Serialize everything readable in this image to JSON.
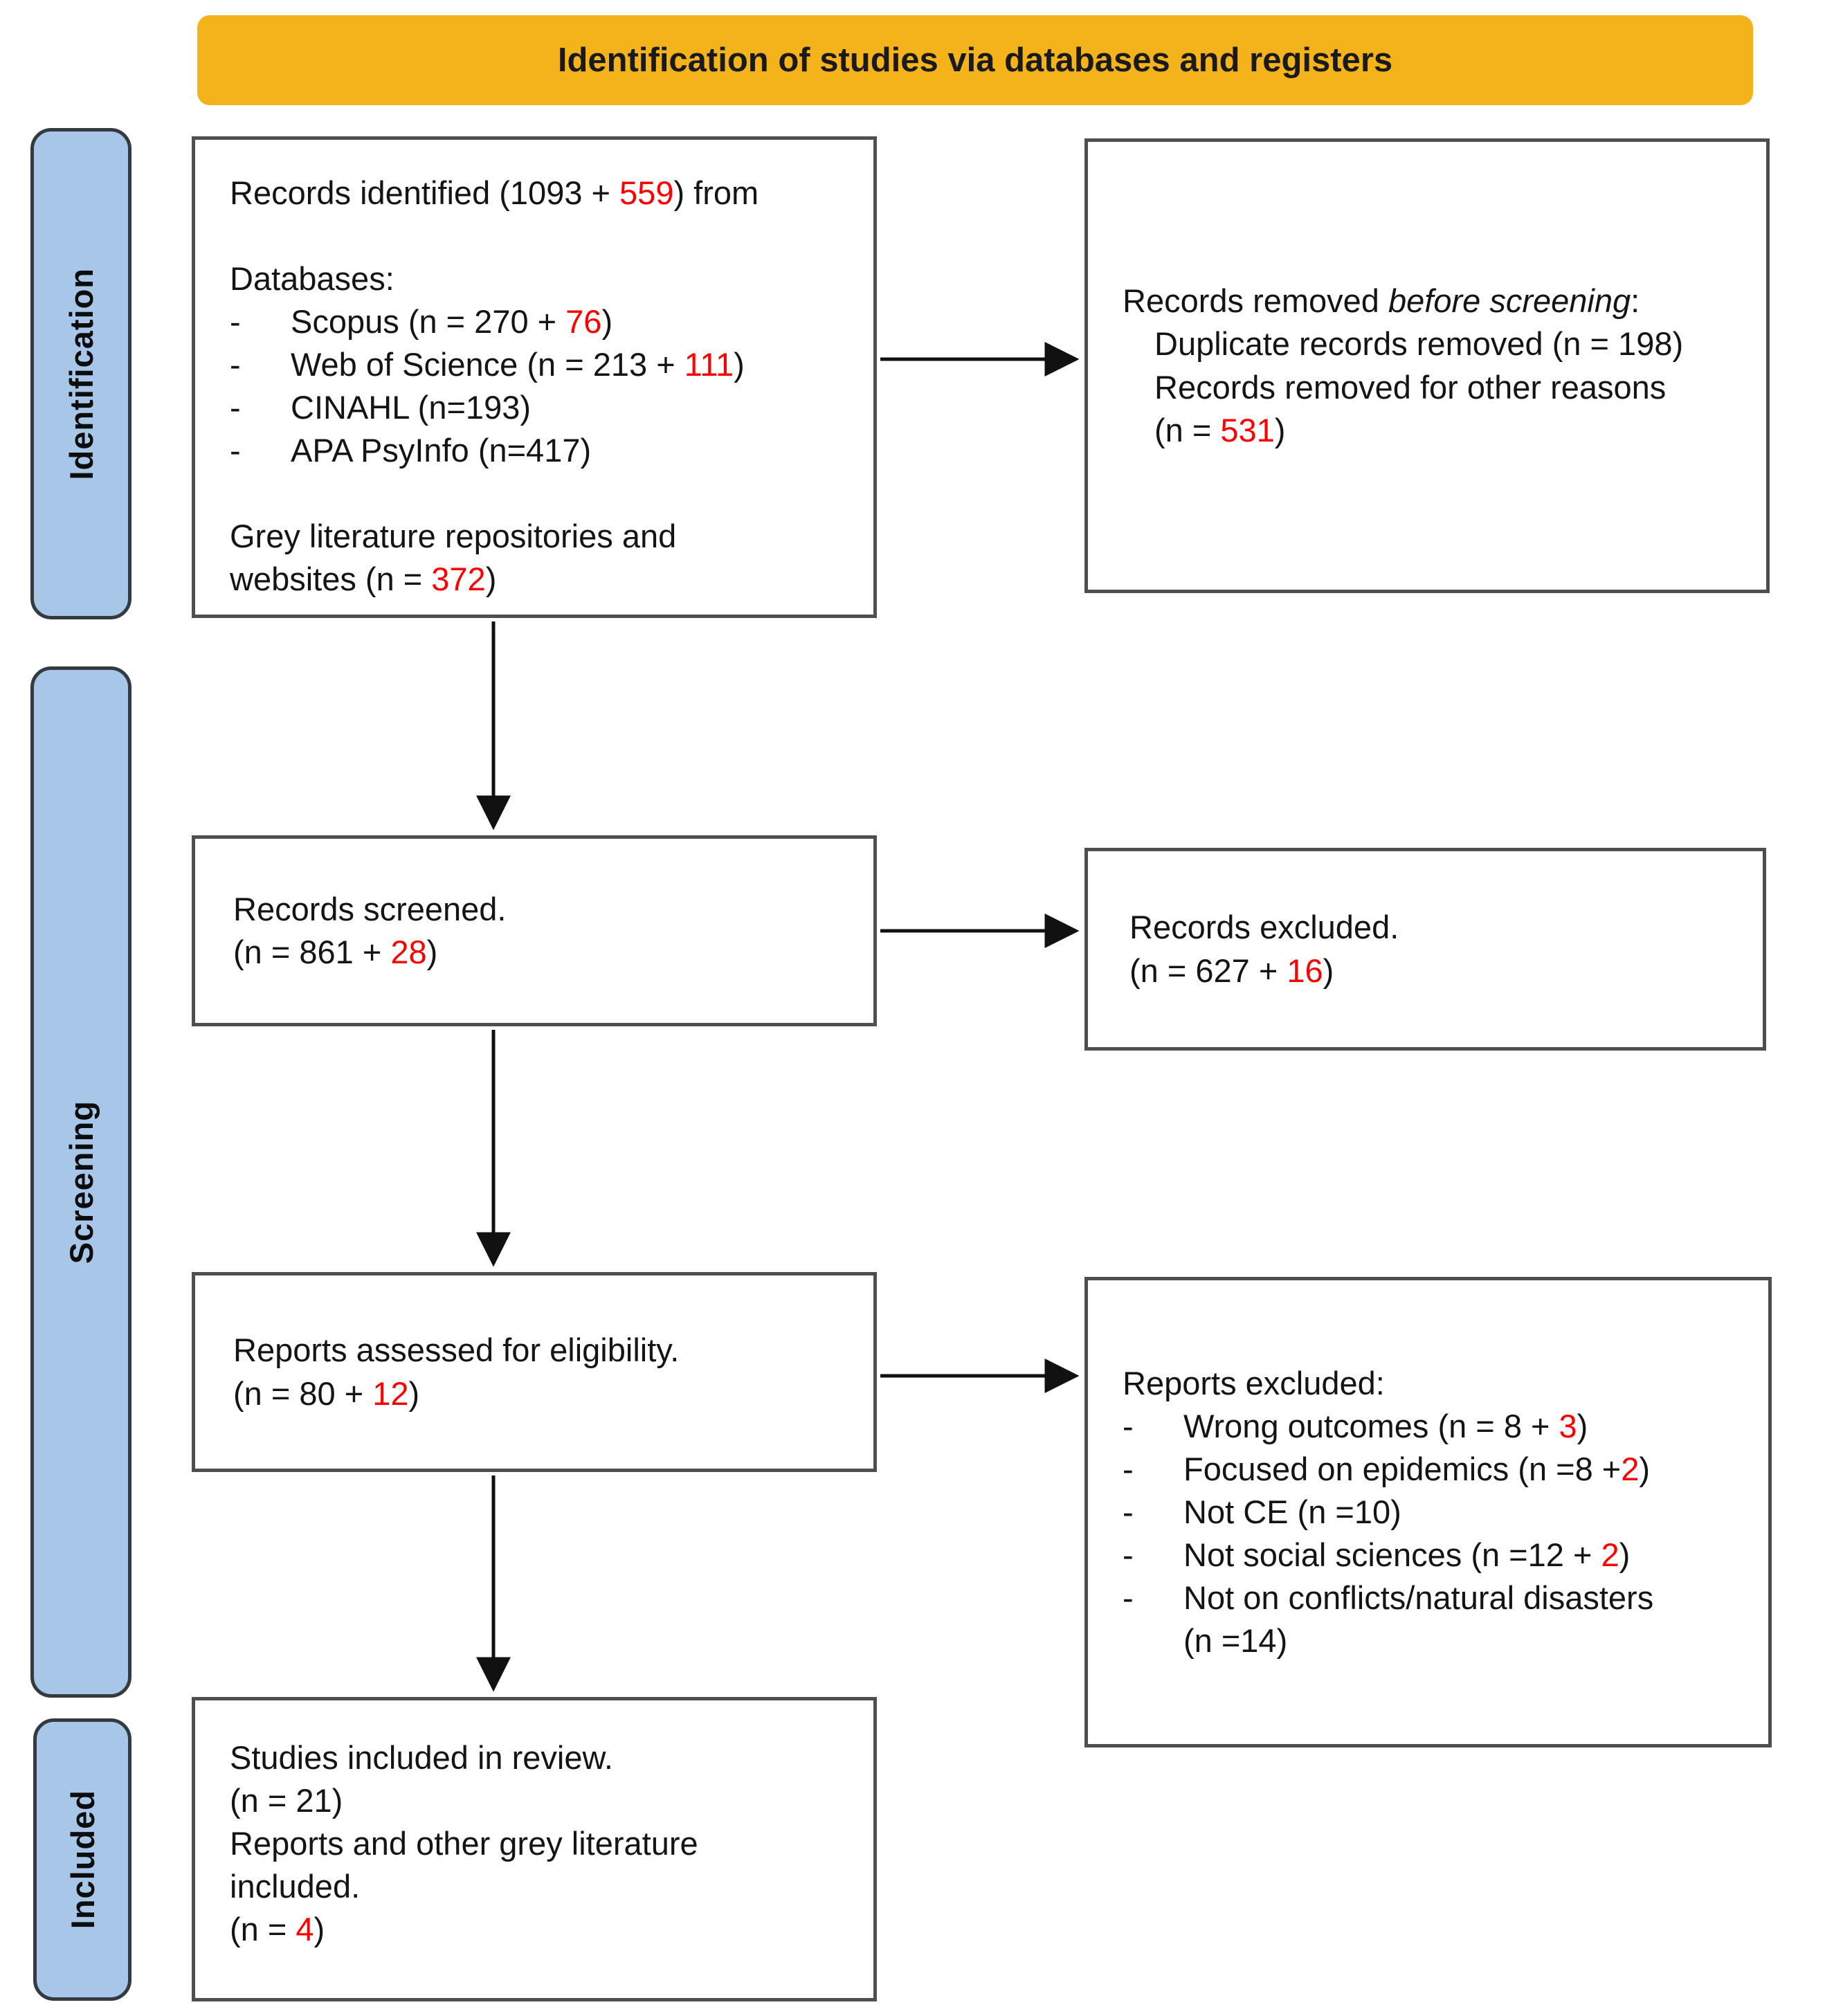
{
  "banner": {
    "title": "Identification of studies via databases and registers"
  },
  "stages": [
    {
      "label": "Identification"
    },
    {
      "label": "Screening"
    },
    {
      "label": "Included"
    }
  ],
  "colors": {
    "red": "#ff0000",
    "banner_bg": "#f5b31b",
    "stage_bg": "#a8c7e8",
    "box_border": "#4e4e4e"
  },
  "boxes": {
    "records_identified": {
      "lines": [
        {
          "seg": [
            {
              "t": "Records identified (1093 + "
            },
            {
              "t": "559",
              "red": true
            },
            {
              "t": ") from"
            }
          ]
        },
        {
          "seg": []
        },
        {
          "seg": [
            {
              "t": "Databases:"
            }
          ]
        },
        {
          "b": true,
          "seg": [
            {
              "t": "Scopus (n = 270 + "
            },
            {
              "t": "76",
              "red": true
            },
            {
              "t": ")"
            }
          ]
        },
        {
          "b": true,
          "seg": [
            {
              "t": "Web of Science (n = 213 + "
            },
            {
              "t": "111",
              "red": true
            },
            {
              "t": ")"
            }
          ]
        },
        {
          "b": true,
          "seg": [
            {
              "t": "CINAHL (n=193)"
            }
          ]
        },
        {
          "b": true,
          "seg": [
            {
              "t": "APA PsyInfo (n=417)"
            }
          ]
        },
        {
          "seg": []
        },
        {
          "seg": [
            {
              "t": "Grey literature repositories and"
            }
          ]
        },
        {
          "seg": [
            {
              "t": "websites (n = "
            },
            {
              "t": "372",
              "red": true
            },
            {
              "t": ")"
            }
          ]
        }
      ]
    },
    "records_removed": {
      "lines": [
        {
          "seg": [
            {
              "t": "Records removed "
            },
            {
              "t": "before screening",
              "i": true
            },
            {
              "t": ":"
            }
          ]
        },
        {
          "ind": 1,
          "seg": [
            {
              "t": "Duplicate records removed (n = 198)"
            }
          ]
        },
        {
          "ind": 1,
          "seg": [
            {
              "t": "Records removed for other reasons"
            }
          ]
        },
        {
          "ind": 1,
          "seg": [
            {
              "t": "(n = "
            },
            {
              "t": "531",
              "red": true
            },
            {
              "t": ")"
            }
          ]
        }
      ]
    },
    "records_screened": {
      "lines": [
        {
          "seg": [
            {
              "t": "Records screened."
            }
          ]
        },
        {
          "seg": [
            {
              "t": "(n = 861 + "
            },
            {
              "t": "28",
              "red": true
            },
            {
              "t": ")"
            }
          ]
        }
      ]
    },
    "records_excluded": {
      "lines": [
        {
          "seg": [
            {
              "t": "Records excluded."
            }
          ]
        },
        {
          "seg": [
            {
              "t": "(n = 627 + "
            },
            {
              "t": "16",
              "red": true
            },
            {
              "t": ")"
            }
          ]
        }
      ]
    },
    "reports_assessed": {
      "lines": [
        {
          "seg": [
            {
              "t": "Reports assessed for eligibility."
            }
          ]
        },
        {
          "seg": [
            {
              "t": "(n = 80 + "
            },
            {
              "t": "12",
              "red": true
            },
            {
              "t": ")"
            }
          ]
        }
      ]
    },
    "reports_excluded": {
      "lines": [
        {
          "seg": [
            {
              "t": "Reports excluded:"
            }
          ]
        },
        {
          "b": true,
          "seg": [
            {
              "t": "Wrong outcomes (n = 8 + "
            },
            {
              "t": "3",
              "red": true
            },
            {
              "t": ")"
            }
          ]
        },
        {
          "b": true,
          "seg": [
            {
              "t": "Focused on epidemics (n =8 +"
            },
            {
              "t": "2",
              "red": true
            },
            {
              "t": ")"
            }
          ]
        },
        {
          "b": true,
          "seg": [
            {
              "t": "Not CE (n =10)"
            }
          ]
        },
        {
          "b": true,
          "seg": [
            {
              "t": "Not social sciences (n =12 + "
            },
            {
              "t": "2",
              "red": true
            },
            {
              "t": ")"
            }
          ]
        },
        {
          "b": true,
          "seg": [
            {
              "t": "Not on conflicts/natural disasters"
            }
          ]
        },
        {
          "cont": true,
          "seg": [
            {
              "t": "(n =14)"
            }
          ]
        }
      ]
    },
    "studies_included": {
      "lines": [
        {
          "seg": [
            {
              "t": "Studies included in review."
            }
          ]
        },
        {
          "seg": [
            {
              "t": "(n = 21)"
            }
          ]
        },
        {
          "seg": [
            {
              "t": "Reports and other grey literature"
            }
          ]
        },
        {
          "seg": [
            {
              "t": "included."
            }
          ]
        },
        {
          "seg": [
            {
              "t": "(n = "
            },
            {
              "t": "4",
              "red": true
            },
            {
              "t": ")"
            }
          ]
        }
      ]
    }
  }
}
